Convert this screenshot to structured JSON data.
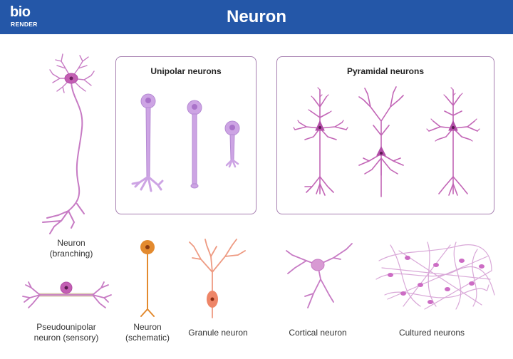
{
  "header": {
    "logo_top": "bio",
    "logo_bottom": "RENDER",
    "title": "Neuron"
  },
  "colors": {
    "header_bg": "#2457a8",
    "neuron_pink": "#c77bc4",
    "soma_pink": "#b24ea7",
    "unipolar_lilac": "#cda4e4",
    "schematic_orange": "#e38a2e",
    "granule_orange": "#ee9a82",
    "panel_border": "#a67fb0"
  },
  "panels": {
    "unipolar": {
      "title": "Unipolar neurons"
    },
    "pyramidal": {
      "title": "Pyramidal neurons"
    }
  },
  "labels": {
    "branching_line1": "Neuron",
    "branching_line2": "(branching)",
    "pseudo_line1": "Pseudounipolar",
    "pseudo_line2": "neuron (sensory)",
    "schematic_line1": "Neuron",
    "schematic_line2": "(schematic)",
    "granule": "Granule neuron",
    "cortical": "Cortical neuron",
    "cultured": "Cultured neurons"
  }
}
